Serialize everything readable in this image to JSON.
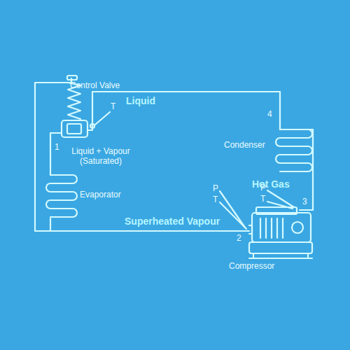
{
  "diagram": {
    "labels": [
      "Control Valve",
      "T",
      "Liquid",
      "4",
      "1",
      "Liquid + Vapour (Saturated)",
      "Condenser",
      "Evaporator",
      "P",
      "T",
      "P",
      "T",
      "Hot Gas",
      "3",
      "2",
      "Superheated Vapour",
      "Compressor"
    ]
  }
}
